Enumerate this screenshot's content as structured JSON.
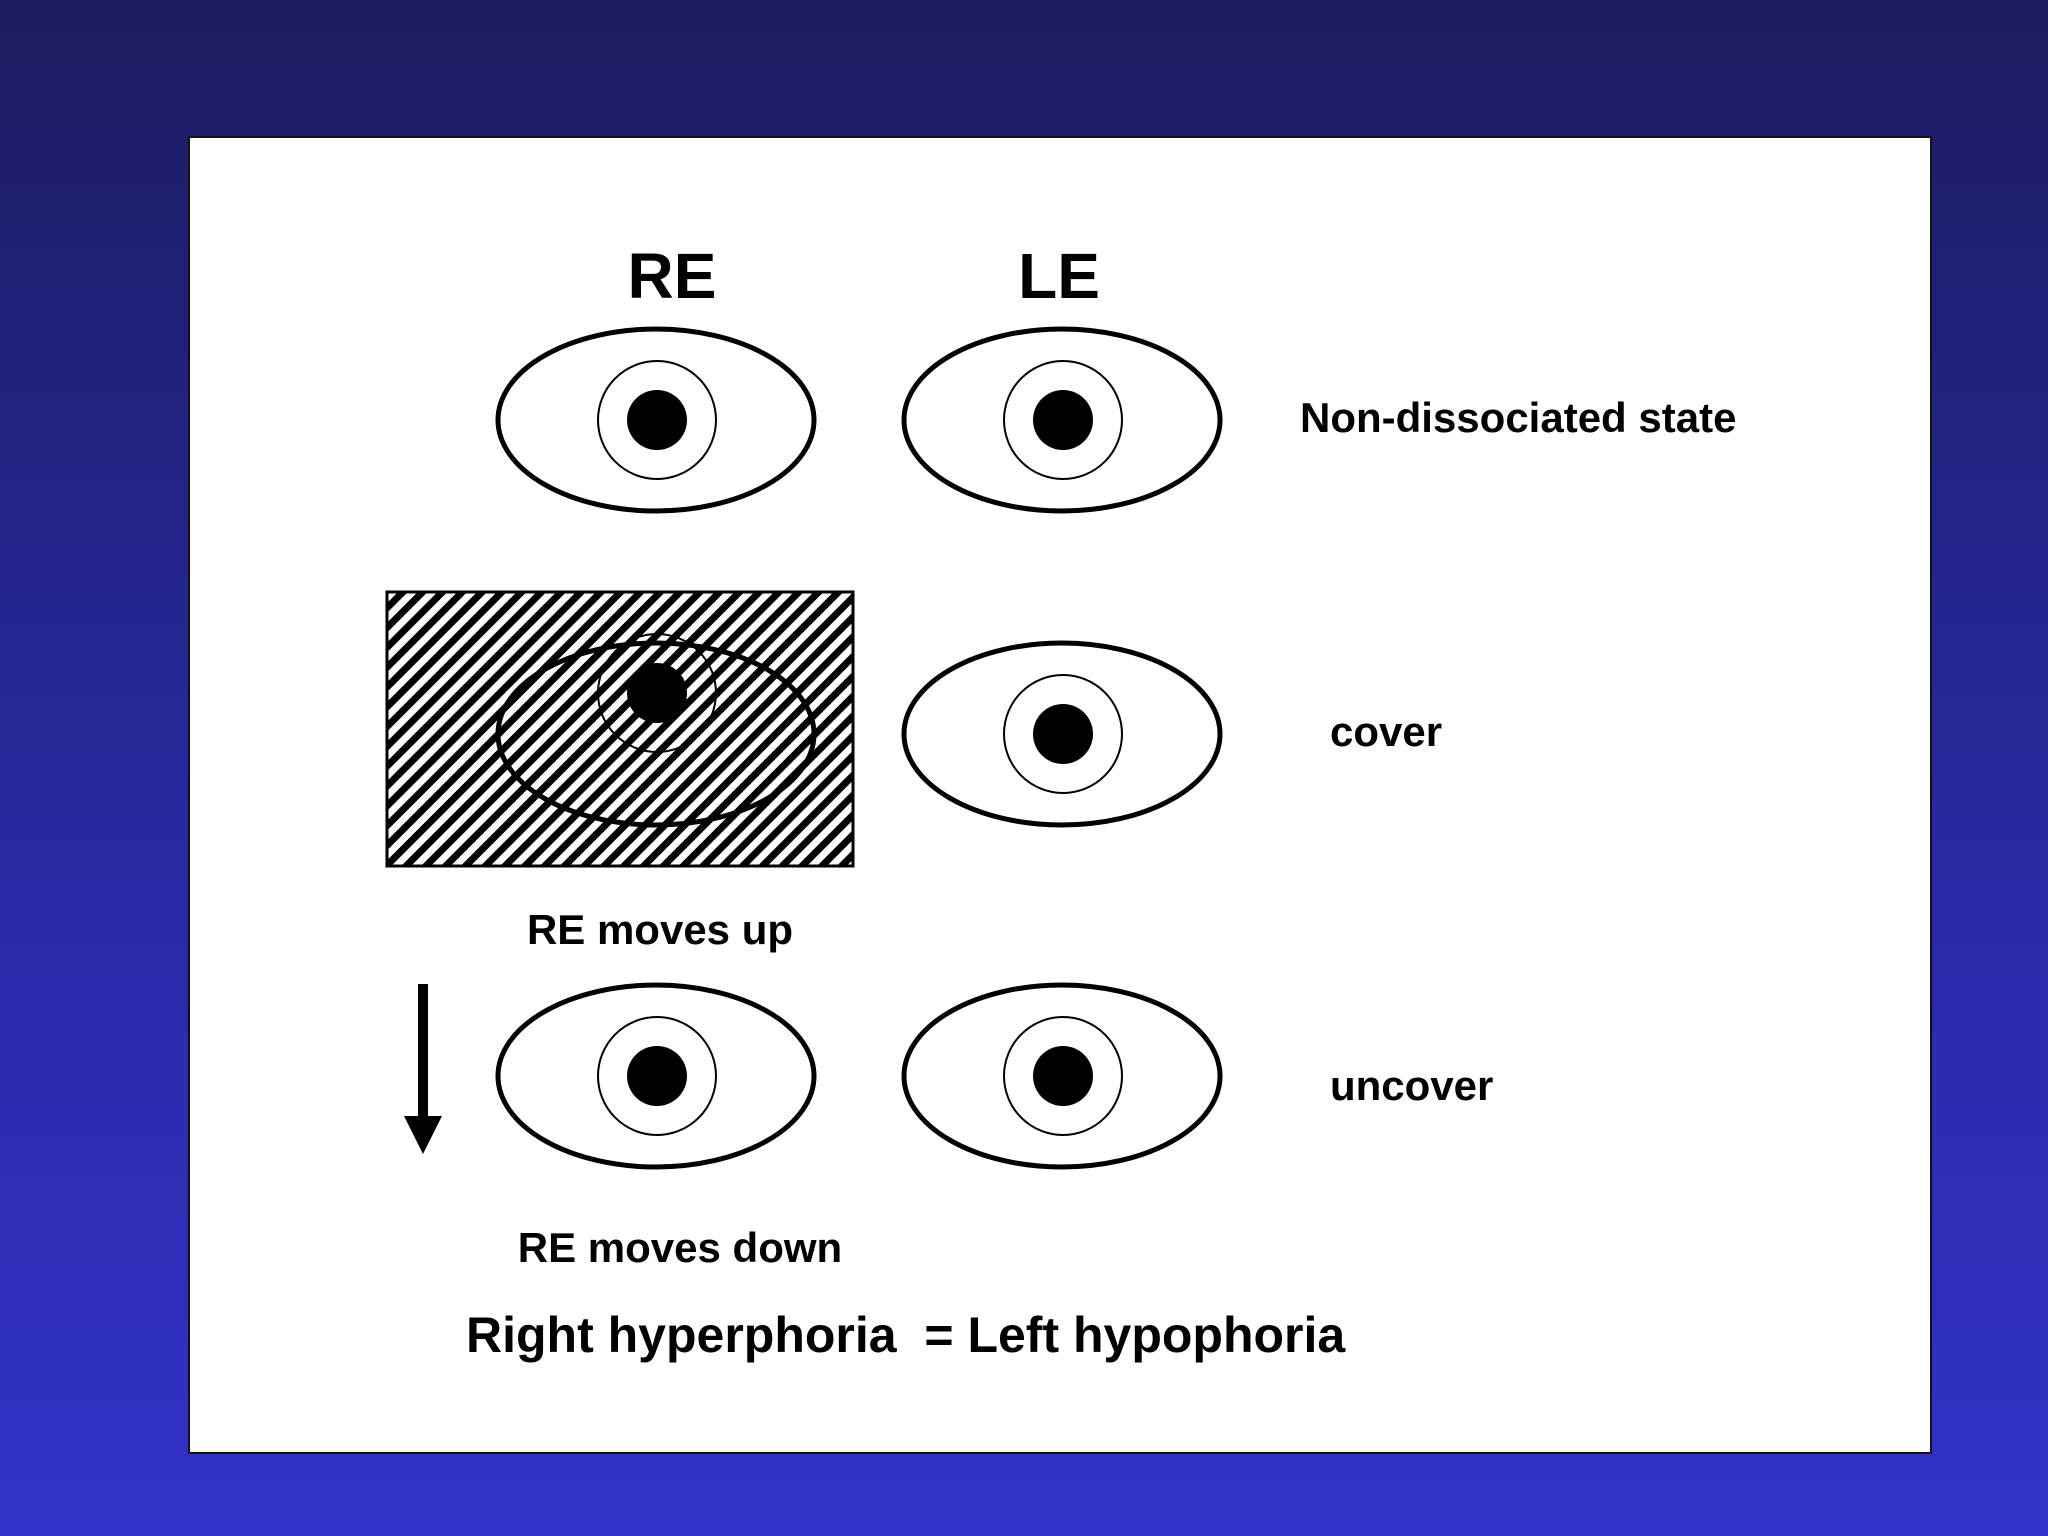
{
  "labels": {
    "right_eye": "RE",
    "left_eye": "LE"
  },
  "rows": [
    {
      "state": "Non-dissociated state",
      "re_covered": false
    },
    {
      "state": "cover",
      "re_covered": true
    },
    {
      "state": "uncover",
      "re_covered": false
    }
  ],
  "movements": {
    "under_cover": "RE moves up",
    "on_uncover": "RE moves down"
  },
  "conclusion": "Right hyperphoria  = Left hypophoria",
  "icons": {
    "cover_occluder": "hatched-occluder",
    "movement_arrow": "arrow-down-icon"
  }
}
